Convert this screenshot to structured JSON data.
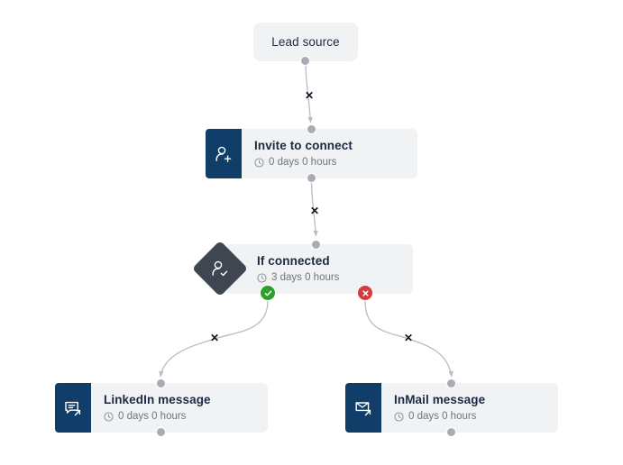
{
  "canvas": {
    "background": "#ffffff",
    "accent_navy": "#103e68",
    "diamond_color": "#404552",
    "card_bg": "#f1f2f4",
    "port_color": "#a8adb5",
    "edge_color": "#b9bcc2",
    "yes_color": "#2ba02b",
    "no_color": "#d23c3c"
  },
  "nodes": {
    "lead_source": {
      "label": "Lead source",
      "icon": "none"
    },
    "invite": {
      "title": "Invite to connect",
      "delay": "0 days 0 hours",
      "icon": "person-add-icon"
    },
    "if_connected": {
      "title": "If connected",
      "delay": "3 days 0 hours",
      "icon": "person-check-icon",
      "yes_label": "yes-branch",
      "no_label": "no-branch"
    },
    "linkedin_message": {
      "title": "LinkedIn message",
      "delay": "0 days 0 hours",
      "icon": "chat-send-icon"
    },
    "inmail_message": {
      "title": "InMail message",
      "delay": "0 days 0 hours",
      "icon": "mail-send-icon"
    }
  },
  "edges": [
    {
      "id": "lead-to-invite",
      "from": "lead_source",
      "to": "invite",
      "delete_label": "✕"
    },
    {
      "id": "invite-to-if",
      "from": "invite",
      "to": "if_connected",
      "delete_label": "✕"
    },
    {
      "id": "if-yes-to-linkedin",
      "from": "if_connected",
      "to": "linkedin_message",
      "delete_label": "✕"
    },
    {
      "id": "if-no-to-inmail",
      "from": "if_connected",
      "to": "inmail_message",
      "delete_label": "✕"
    }
  ],
  "icons": {
    "clock": "clock-icon",
    "check": "check-icon",
    "cross": "cross-icon"
  }
}
